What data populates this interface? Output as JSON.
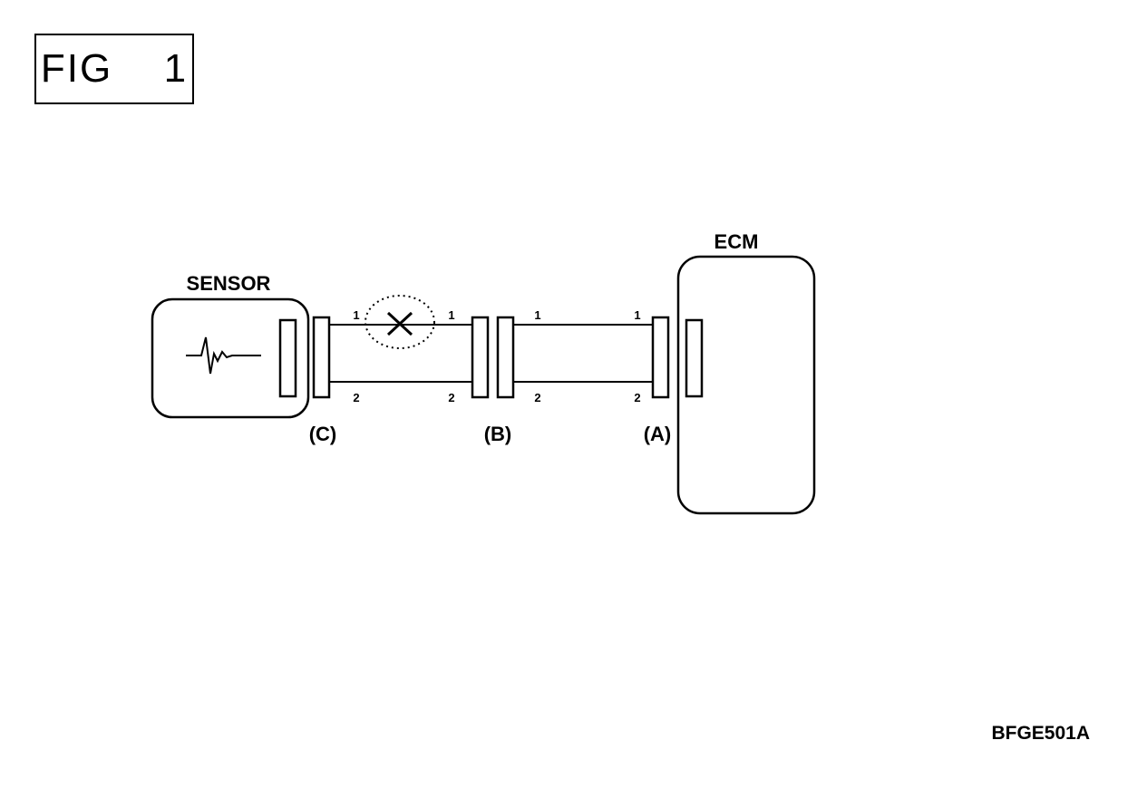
{
  "figure": {
    "title": "FIG  1",
    "code": "BFGE501A"
  },
  "components": {
    "sensor": "SENSOR",
    "ecm": "ECM"
  },
  "connectors": {
    "c": "(C)",
    "b": "(B)",
    "a": "(A)"
  },
  "pins": {
    "c_1": "1",
    "c_2": "2",
    "b_left_1": "1",
    "b_left_2": "2",
    "b_right_1": "1",
    "b_right_2": "2",
    "a_1": "1",
    "a_2": "2"
  },
  "icons": {
    "sensor_signal": "waveform-icon",
    "fault_marker": "open-circuit-x-icon"
  }
}
